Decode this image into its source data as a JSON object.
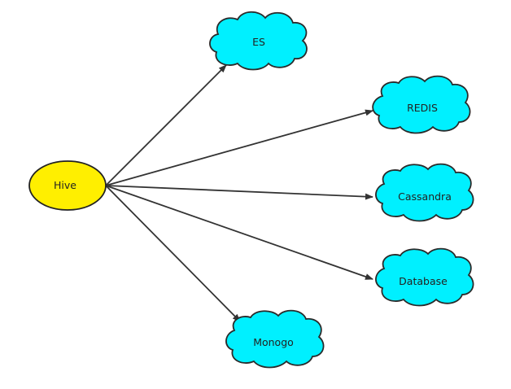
{
  "colors": {
    "hub_fill": "#ffef00",
    "hub_stroke": "#222222",
    "cloud_fill": "#00f0ff",
    "cloud_stroke": "#2a2a2a",
    "edge": "#333333",
    "text": "#222222",
    "background": "#ffffff"
  },
  "hub": {
    "label": "Hive"
  },
  "targets": [
    {
      "id": "es",
      "label": "ES"
    },
    {
      "id": "redis",
      "label": "REDIS"
    },
    {
      "id": "cassandra",
      "label": "Cassandra"
    },
    {
      "id": "database",
      "label": "Database"
    },
    {
      "id": "monogo",
      "label": "Monogo"
    }
  ]
}
